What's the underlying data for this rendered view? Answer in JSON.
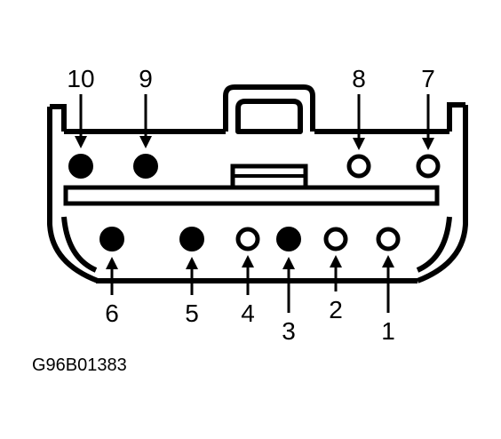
{
  "figure_code": "G96B01383",
  "colors": {
    "ink": "#000000",
    "paper": "#ffffff"
  },
  "pins": [
    {
      "number": "1",
      "row": "lower",
      "state": "open"
    },
    {
      "number": "2",
      "row": "lower",
      "state": "open"
    },
    {
      "number": "3",
      "row": "lower",
      "state": "filled"
    },
    {
      "number": "4",
      "row": "lower",
      "state": "open"
    },
    {
      "number": "5",
      "row": "lower",
      "state": "filled"
    },
    {
      "number": "6",
      "row": "lower",
      "state": "filled"
    },
    {
      "number": "7",
      "row": "upper",
      "state": "open"
    },
    {
      "number": "8",
      "row": "upper",
      "state": "open"
    },
    {
      "number": "9",
      "row": "upper",
      "state": "filled"
    },
    {
      "number": "10",
      "row": "upper",
      "state": "filled"
    }
  ]
}
